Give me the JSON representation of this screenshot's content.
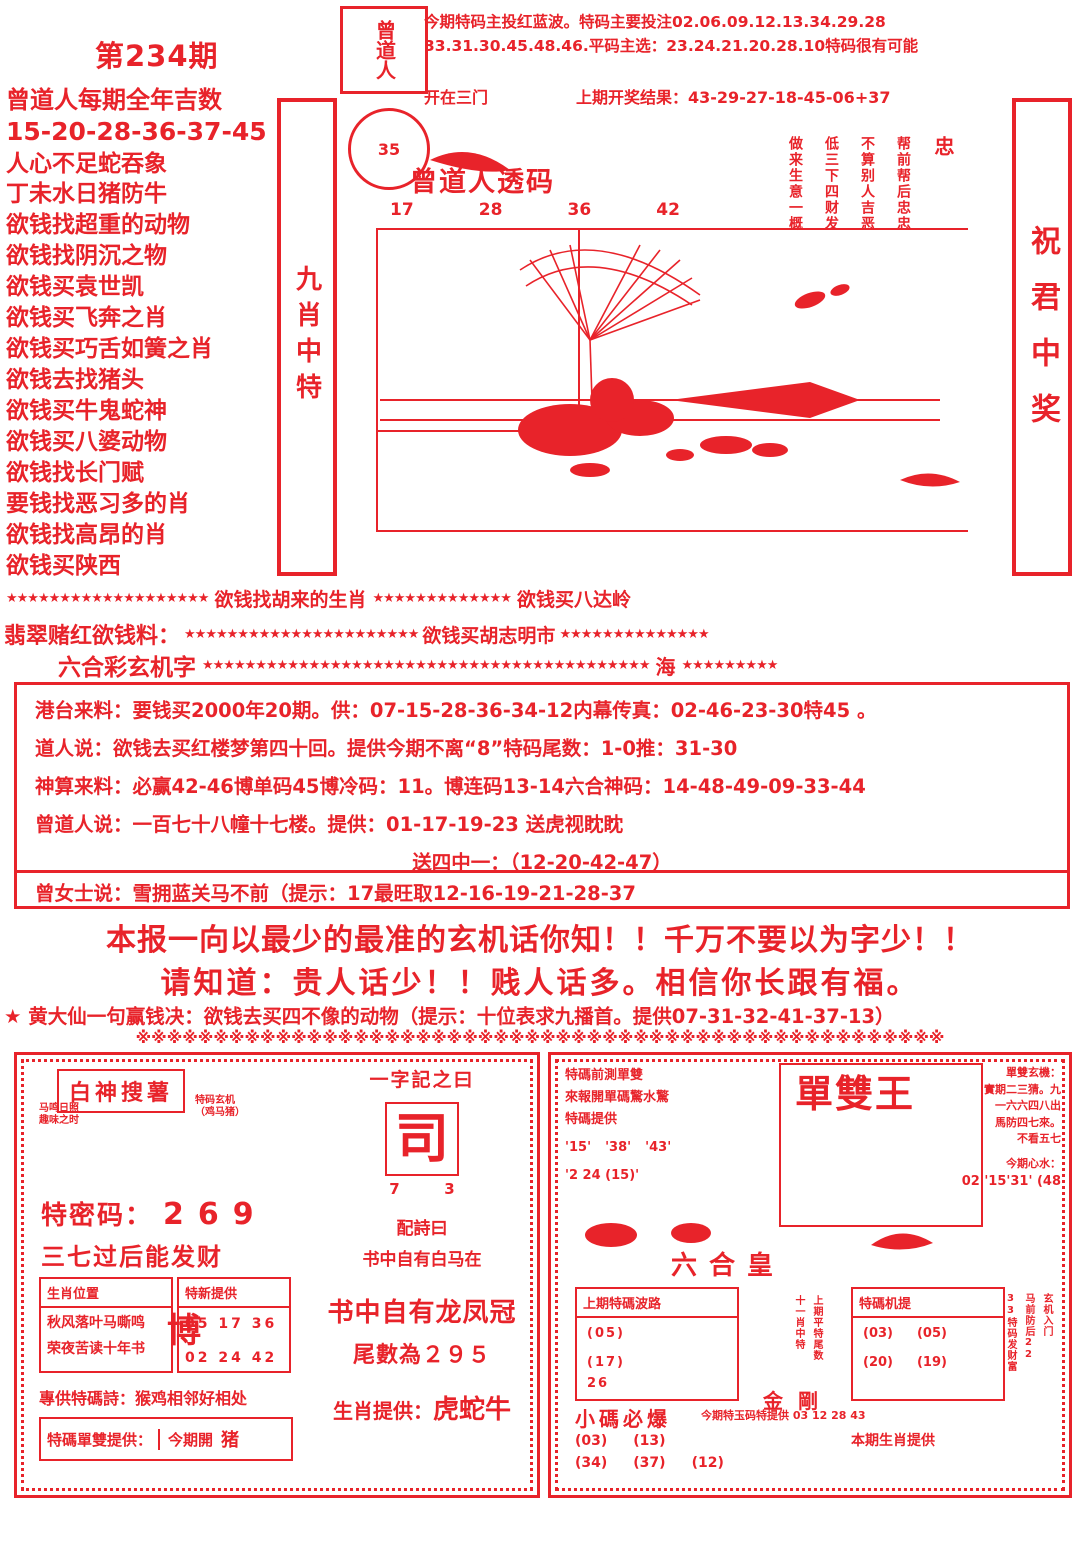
{
  "header": {
    "issue": "第234期",
    "stamp": "曾道人",
    "line1": "今期特码主投红蓝波。特码主要投注02.06.09.12.13.34.29.28",
    "line2": "33.31.30.45.48.46.平码主选：23.24.21.20.28.10特码很有可能",
    "kai": "开在三门",
    "last_label": "上期开奖结果：",
    "last_result": "43-29-27-18-45-06+37"
  },
  "left_list": {
    "title": "曾道人每期全年吉数",
    "numbers": "15-20-28-36-37-45",
    "items": [
      "人心不足蛇吞象",
      "丁未水日猪防牛",
      "欲钱找超重的动物",
      "欲钱找阴沉之物",
      "欲钱买袁世凯",
      "欲钱买飞奔之肖",
      "欲钱买巧舌如簧之肖",
      "欲钱去找猪头",
      "欲钱买牛鬼蛇神",
      "欲钱买八婆动物",
      "欲钱找长门赋",
      "要钱找恶习多的肖",
      "欲钱找高昂的肖",
      "欲钱买陕西"
    ]
  },
  "banners": {
    "left_vertical": "九肖中特",
    "right_vertical": "祝君中奖"
  },
  "picture": {
    "title": "曾道人透码",
    "numbers": [
      "17",
      "28",
      "36",
      "42"
    ],
    "circle": "35",
    "vertical_texts": [
      "做来生意一概",
      "低三下四财发",
      "不算别人吉恶",
      "帮前帮后忠忠",
      "忠"
    ]
  },
  "mid_star_rows": {
    "row_a_left": "★★★★★★★★★★★★★★★★★★★",
    "row_a_mid": "欲钱找胡来的生肖",
    "row_a_right_stars": "★★★★★★★★★★★★★",
    "row_a_right": "欲钱买八达岭",
    "row_b_lead": "翡翠赌红欲钱料：",
    "row_b_stars1": "★★★★★★★★★★★★★★★★★★★★★★",
    "row_b_mid": "欲钱买胡志明市",
    "row_b_stars2": "★★★★★★★★★★★★★★",
    "row_c_lead": "六合彩玄机字",
    "row_c_stars1": "★★★★★★★★★★★★★★★★★★★★★★★★★★★★★★★★★★★★★★★★★★",
    "row_c_mid": "海",
    "row_c_stars2": "★★★★★★★★★"
  },
  "mainbox": {
    "lines": [
      "港台来料：要钱买2000年20期。供：07-15-28-36-34-12内幕传真：02-46-23-30特45 。",
      "道人说：欲钱去买红楼梦第四十回。提供今期不离“8”特码尾数：1-0推：31-30",
      "神算来料：必赢42-46博单码45博冷码：11。博连码13-14六合神码：14-48-49-09-33-44",
      "曾道人说：一百七十八幢十七楼。提供：01-17-19-23 送虎视眈眈",
      "送四中一：（12-20-42-47）"
    ]
  },
  "subbox": {
    "line": "曾女士说：雪拥蓝关马不前（提示：17最旺取12-16-19-21-28-37"
  },
  "slogans": {
    "big1": "本报一向以最少的最准的玄机话你知！！千万不要以为字少！！",
    "big2": "请知道：贵人话少！！贱人话多。相信你长跟有福。",
    "huang": "★ 黄大仙一句赢钱决：欲钱去买四不像的动物（提示：十位表求九播首。提供07-31-32-41-37-13）",
    "star_row": "※※※※※※※※※※※※※※※※※※※※※※※※※※※※※※※※※※※※※※※※※※※※※※※※※※※※"
  },
  "bottom_left": {
    "title": "白神搜薯",
    "corner_small_left": "马鸣日照\n趣味之时",
    "corner_small_right": "特码玄机\n（鸡马猪）",
    "tema_label": "特密码：",
    "tema_nums": "269",
    "sanqi": "三七过后能发财",
    "pos_label": "生肖位置",
    "pos_line1": "秋风落叶马嘶鸣",
    "pos_line2": "荣夜苦读十年书",
    "offer_label": "特新提供",
    "offer_nums1": "05 17 36",
    "offer_nums2": "02 24 42",
    "bo": "博",
    "zhuan_label": "專供特碼詩：",
    "zhuan_text": "猴鸡相邻好相处",
    "dan_label": "特碼單雙提供：",
    "dan_now": "今期開",
    "dan_animal": "猪",
    "mid": {
      "t1": "一字記之曰",
      "si": "司",
      "n7": "7",
      "n3": "3",
      "peishi": "配詩曰",
      "peishi_text": "书中自有白马在",
      "t4": "书中自有龙凤冠",
      "t5": "尾數為２９５",
      "t6_label": "生肖提供：",
      "t6_value": "虎蛇牛"
    }
  },
  "bottom_right": {
    "head1": "特碼前測單雙",
    "head2": "來報開單碼驚水驚",
    "head3": "特碼提供",
    "nums": [
      "'15'",
      "'38'",
      "'43'"
    ],
    "sub": "'2 24 (15)'",
    "wang": "單雙王",
    "wang_small": "單雙玄機：",
    "wang_lines": "實期二三猜。九\n一六六四八出\n馬防四七來。\n不看五七",
    "today": "今期心水：",
    "today_nums": "02 '15'31' (48",
    "liuhe": "六合皇",
    "left_col_label": "上期特碼波路",
    "left_nums": [
      "(05)",
      "(17)",
      "26"
    ],
    "right_col_label": "特碼机提",
    "right_nums": [
      "(03)",
      "(05)",
      "(20)",
      "(19)"
    ],
    "jin": "金 剛",
    "xiaoma": "小碼必爆",
    "xiaoma_nums": [
      "(03)",
      "(13)",
      "(34)",
      "(37)",
      "(12)"
    ],
    "benqi": "本期生肖提供",
    "code_line": "今期特玉码特提供 03 12 28 43",
    "vstrip1": "十一肖中特",
    "vstrip2": "上期平特尾数",
    "vstrip3": "33特码发财富",
    "vstrip4": "马前防后22",
    "vstrip5": "玄机入门"
  },
  "colors": {
    "ink": "#e8232a",
    "paper": "#ffffff"
  }
}
